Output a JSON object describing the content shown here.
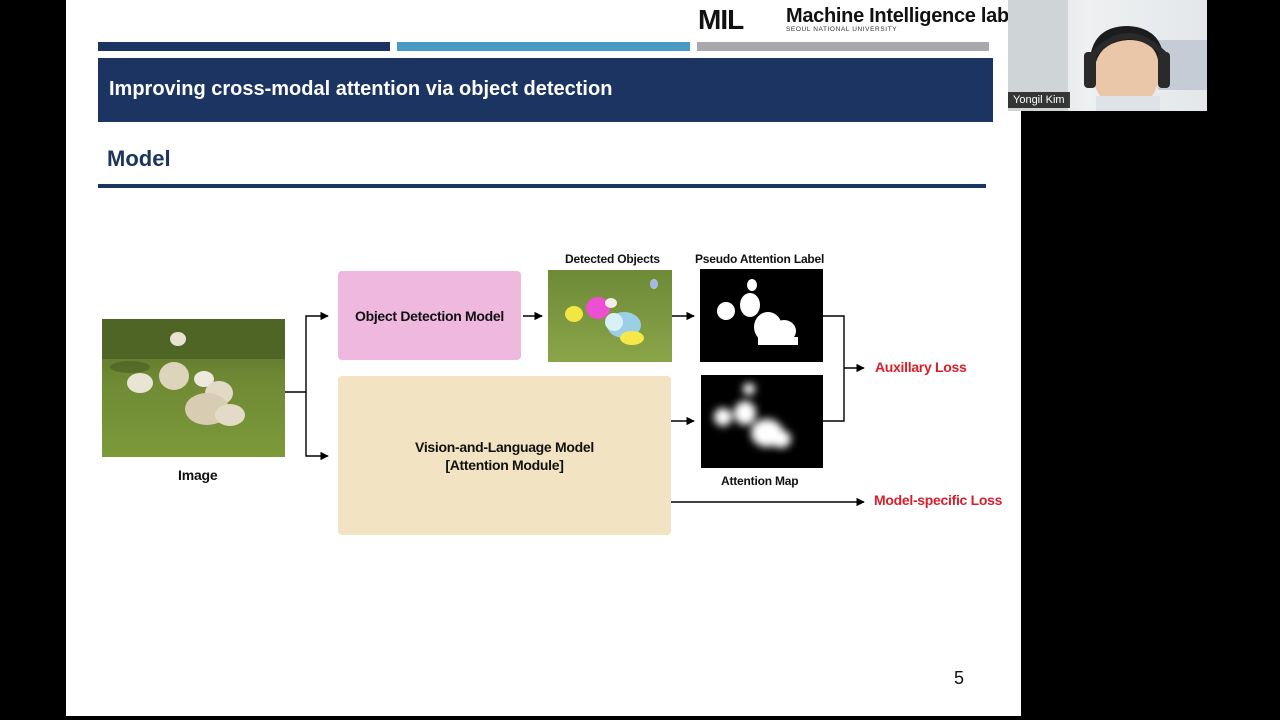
{
  "header": {
    "logo_text": "MIL",
    "lab_name": "Machine Intelligence lab",
    "lab_subtitle": "SEOUL NATIONAL UNIVERSITY"
  },
  "slide": {
    "title": "Improving cross-modal attention via object detection",
    "section": "Model",
    "page_number": "5"
  },
  "diagram": {
    "input_caption": "Image",
    "object_detection_label": "Object Detection Model",
    "vl_model_line1": "Vision-and-Language Model",
    "vl_model_line2": "[Attention Module]",
    "detected_objects_caption": "Detected Objects",
    "pseudo_label_caption": "Pseudo Attention Label",
    "attention_map_caption": "Attention Map",
    "auxiliary_loss": "Auxillary Loss",
    "model_specific_loss": "Model-specific Loss"
  },
  "webcam": {
    "participant_name": "Yongil Kim"
  },
  "colors": {
    "navy": "#1c3461",
    "blue": "#4a9bc4",
    "gray": "#a9a9ad",
    "od_pink": "#efb8de",
    "vl_beige": "#f2e4c3",
    "loss_red": "#d8202a"
  }
}
